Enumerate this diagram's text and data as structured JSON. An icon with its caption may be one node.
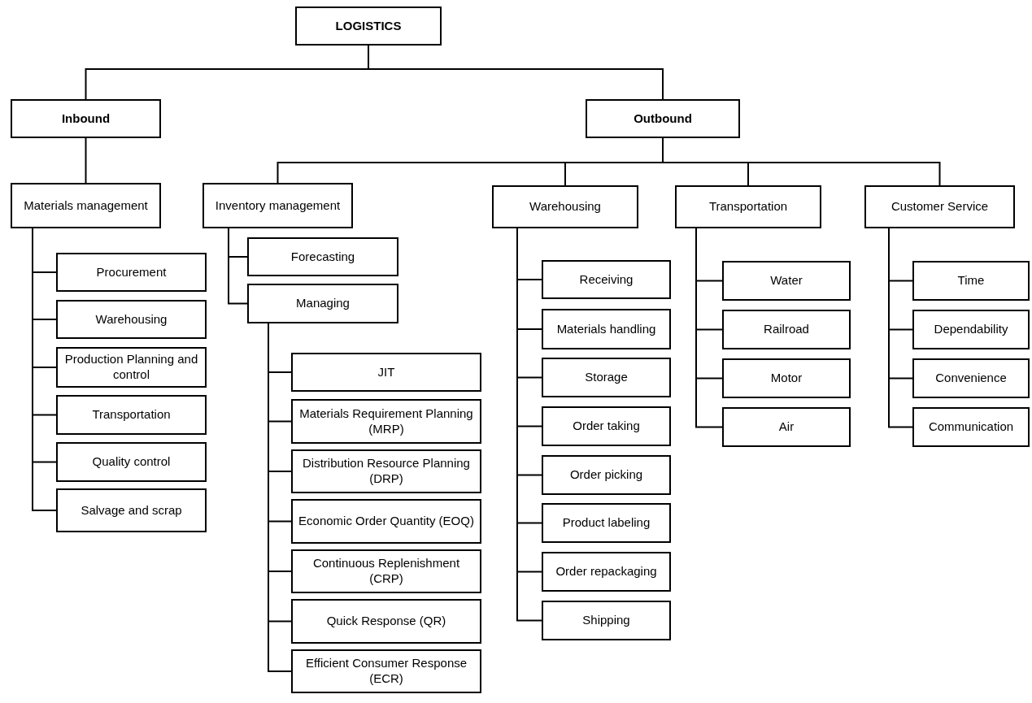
{
  "diagram": {
    "nodes": [
      {
        "text": [
          "LOGISTICS"
        ]
      },
      {
        "text": [
          "Inbound"
        ]
      },
      {
        "text": [
          "Outbound"
        ]
      },
      {
        "text": [
          "Materials management"
        ]
      },
      {
        "text": [
          "Inventory management"
        ]
      },
      {
        "text": [
          "Warehousing"
        ]
      },
      {
        "text": [
          "Transportation"
        ]
      },
      {
        "text": [
          "Customer Service"
        ]
      },
      {
        "text": [
          "Procurement"
        ]
      },
      {
        "text": [
          "Warehousing"
        ]
      },
      {
        "text": [
          "Production Planning and control"
        ]
      },
      {
        "text": [
          "Transportation"
        ]
      },
      {
        "text": [
          "Quality control"
        ]
      },
      {
        "text": [
          "Salvage and scrap"
        ]
      },
      {
        "text": [
          "Forecasting"
        ]
      },
      {
        "text": [
          "Managing"
        ]
      },
      {
        "text": [
          "JIT"
        ]
      },
      {
        "text": [
          "Materials Requirement Planning (MRP)"
        ]
      },
      {
        "text": [
          "Distribution Resource Planning (DRP)"
        ]
      },
      {
        "text": [
          "Economic Order Quantity (EOQ)"
        ]
      },
      {
        "text": [
          "Continuous Replenishment (CRP)"
        ]
      },
      {
        "text": [
          "Quick Response (QR)"
        ]
      },
      {
        "text": [
          "Efficient Consumer Response (ECR)"
        ]
      },
      {
        "text": [
          "Receiving"
        ]
      },
      {
        "text": [
          "Materials handling"
        ]
      },
      {
        "text": [
          "Storage"
        ]
      },
      {
        "text": [
          "Order taking"
        ]
      },
      {
        "text": [
          "Order picking"
        ]
      },
      {
        "text": [
          "Product labeling"
        ]
      },
      {
        "text": [
          "Order repackaging"
        ]
      },
      {
        "text": [
          "Shipping"
        ]
      },
      {
        "text": [
          "Water"
        ]
      },
      {
        "text": [
          "Railroad"
        ]
      },
      {
        "text": [
          "Motor"
        ]
      },
      {
        "text": [
          "Air"
        ]
      },
      {
        "text": [
          "Time"
        ]
      },
      {
        "text": [
          "Dependability"
        ]
      },
      {
        "text": [
          "Convenience"
        ]
      },
      {
        "text": [
          "Communication"
        ]
      }
    ],
    "edges": [
      {
        "from": 0,
        "to": 1,
        "arrow": "none"
      },
      {
        "from": 0,
        "to": 2,
        "arrow": "none"
      },
      {
        "from": 1,
        "to": 3,
        "arrow": "none"
      },
      {
        "from": 2,
        "to": 4,
        "arrow": "none"
      },
      {
        "from": 2,
        "to": 5,
        "arrow": "none"
      },
      {
        "from": 2,
        "to": 6,
        "arrow": "none"
      },
      {
        "from": 2,
        "to": 7,
        "arrow": "none"
      },
      {
        "from": 3,
        "to": 8,
        "arrow": "none"
      },
      {
        "from": 3,
        "to": 9,
        "arrow": "none"
      },
      {
        "from": 3,
        "to": 10,
        "arrow": "none"
      },
      {
        "from": 3,
        "to": 11,
        "arrow": "none"
      },
      {
        "from": 3,
        "to": 12,
        "arrow": "none"
      },
      {
        "from": 3,
        "to": 13,
        "arrow": "none"
      },
      {
        "from": 4,
        "to": 14,
        "arrow": "none"
      },
      {
        "from": 4,
        "to": 15,
        "arrow": "none"
      },
      {
        "from": 15,
        "to": 16,
        "arrow": "none"
      },
      {
        "from": 15,
        "to": 17,
        "arrow": "none"
      },
      {
        "from": 15,
        "to": 18,
        "arrow": "none"
      },
      {
        "from": 15,
        "to": 19,
        "arrow": "none"
      },
      {
        "from": 15,
        "to": 20,
        "arrow": "none"
      },
      {
        "from": 15,
        "to": 21,
        "arrow": "none"
      },
      {
        "from": 15,
        "to": 22,
        "arrow": "none"
      },
      {
        "from": 5,
        "to": 23,
        "arrow": "none"
      },
      {
        "from": 5,
        "to": 24,
        "arrow": "none"
      },
      {
        "from": 5,
        "to": 25,
        "arrow": "none"
      },
      {
        "from": 5,
        "to": 26,
        "arrow": "none"
      },
      {
        "from": 5,
        "to": 27,
        "arrow": "none"
      },
      {
        "from": 5,
        "to": 28,
        "arrow": "none"
      },
      {
        "from": 5,
        "to": 29,
        "arrow": "none"
      },
      {
        "from": 5,
        "to": 30,
        "arrow": "none"
      },
      {
        "from": 6,
        "to": 31,
        "arrow": "none"
      },
      {
        "from": 6,
        "to": 32,
        "arrow": "none"
      },
      {
        "from": 6,
        "to": 33,
        "arrow": "none"
      },
      {
        "from": 6,
        "to": 34,
        "arrow": "none"
      },
      {
        "from": 7,
        "to": 35,
        "arrow": "none"
      },
      {
        "from": 7,
        "to": 36,
        "arrow": "none"
      },
      {
        "from": 7,
        "to": 37,
        "arrow": "none"
      },
      {
        "from": 7,
        "to": 38,
        "arrow": "none"
      }
    ]
  }
}
